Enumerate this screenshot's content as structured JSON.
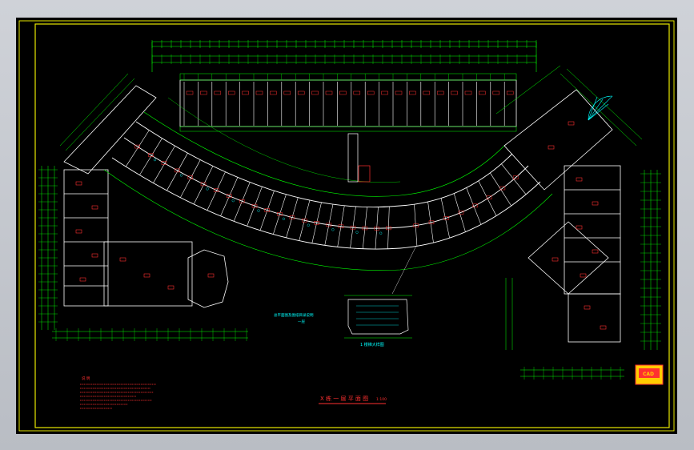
{
  "drawing": {
    "title": "X 栋 一 层 平 面 图",
    "scale": "1:100",
    "detail_label": "1 楼梯大样图",
    "center_note": "总平面图及图纸目录说明",
    "center_note_sub": "一层",
    "notes_header": "说 明",
    "logo_text": "CAD"
  },
  "colors": {
    "background": "#000000",
    "frame": "#e8e800",
    "dimension": "#00ff00",
    "walls": "#ffffff",
    "annotation": "#ff3030",
    "hatch": "#00ffff"
  }
}
